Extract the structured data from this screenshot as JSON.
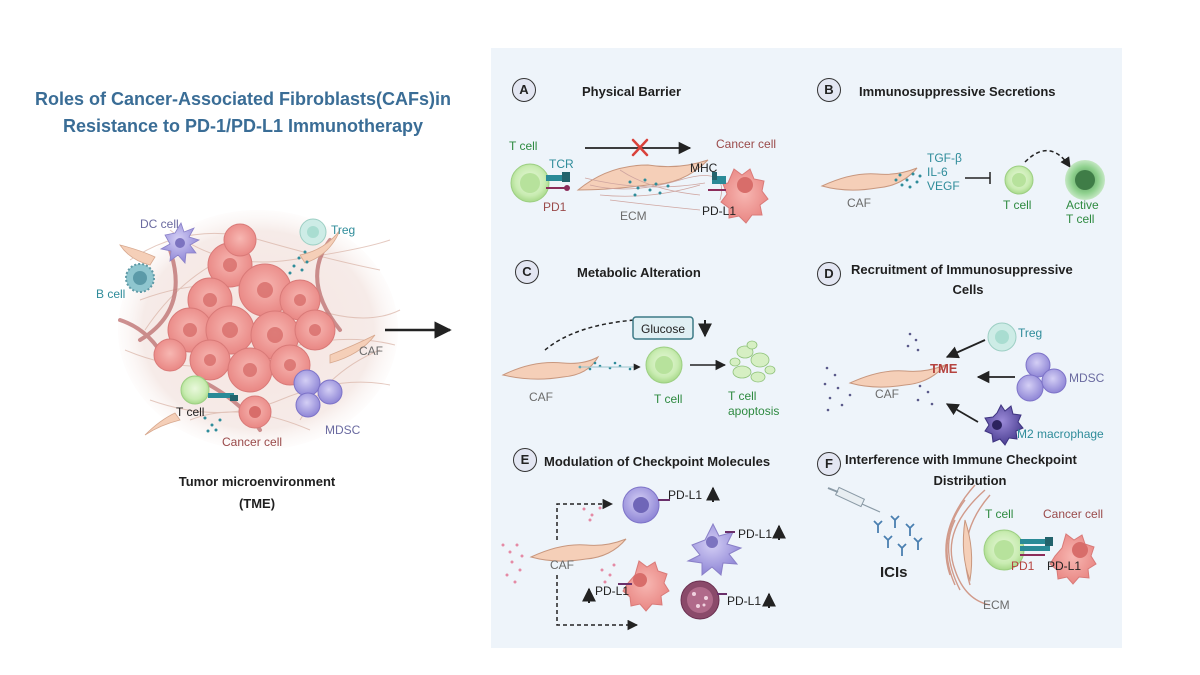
{
  "title_line1": "Roles of Cancer-Associated Fibroblasts(CAFs)in",
  "title_line2": "Resistance to PD-1/PD-L1 Immunotherapy",
  "tme": {
    "caption_line1": "Tumor microenvironment",
    "caption_line2": "(TME)",
    "labels": {
      "dc": "DC cell",
      "treg": "Treg",
      "bcell": "B cell",
      "caf": "CAF",
      "tcell": "T cell",
      "cancer": "Cancer cell",
      "mdsc": "MDSC"
    }
  },
  "panels": {
    "A": {
      "letter": "A",
      "title": "Physical Barrier",
      "labels": {
        "tcell": "T cell",
        "tcr": "TCR",
        "pd1": "PD1",
        "ecm": "ECM",
        "cancer": "Cancer cell",
        "mhc": "MHC",
        "pdl1": "PD-L1"
      }
    },
    "B": {
      "letter": "B",
      "title": "Immunosuppressive Secretions",
      "labels": {
        "caf": "CAF",
        "tgf": "TGF-β",
        "il6": "IL-6",
        "vegf": "VEGF",
        "tcell": "T cell",
        "active1": "Active",
        "active2": "T cell"
      }
    },
    "C": {
      "letter": "C",
      "title": "Metabolic Alteration",
      "labels": {
        "glucose": "Glucose",
        "caf": "CAF",
        "tcell": "T cell",
        "apop1": "T cell",
        "apop2": "apoptosis"
      }
    },
    "D": {
      "letter": "D",
      "title_line1": "Recruitment of Immunosuppressive",
      "title_line2": "Cells",
      "labels": {
        "treg": "Treg",
        "tme": "TME",
        "caf": "CAF",
        "mdsc": "MDSC",
        "m2": "M2 macrophage"
      }
    },
    "E": {
      "letter": "E",
      "title": "Modulation of Checkpoint Molecules",
      "labels": {
        "caf": "CAF",
        "pdl1_a": "PD-L1",
        "pdl1_b": "PD-L1",
        "pdl1_c": "PD-L1",
        "pdl1_d": "PD-L1"
      }
    },
    "F": {
      "letter": "F",
      "title_line1": "Interference with Immune Checkpoint",
      "title_line2": "Distribution",
      "labels": {
        "tcell": "T cell",
        "cancer": "Cancer cell",
        "icis": "ICIs",
        "pd1": "PD1",
        "pdl1": "PD-L1",
        "ecm": "ECM"
      }
    }
  },
  "colors": {
    "title": "#3a6d96",
    "panel_bg": "#eef4fa",
    "tcell": "#cfeeb8",
    "cancer": "#ee8d8d",
    "caf": "#f5cfb8",
    "mdsc": "#a9a2e0",
    "treg": "#cdece6",
    "teal_dot": "#2f8c9a",
    "pink_dot": "#e58aa5",
    "red_x": "#d9413a"
  },
  "icons": [
    "red-x-icon",
    "up-arrow-icon",
    "down-arrow-icon",
    "syringe-icon",
    "antibody-icon",
    "inhibit-arrow-icon"
  ]
}
